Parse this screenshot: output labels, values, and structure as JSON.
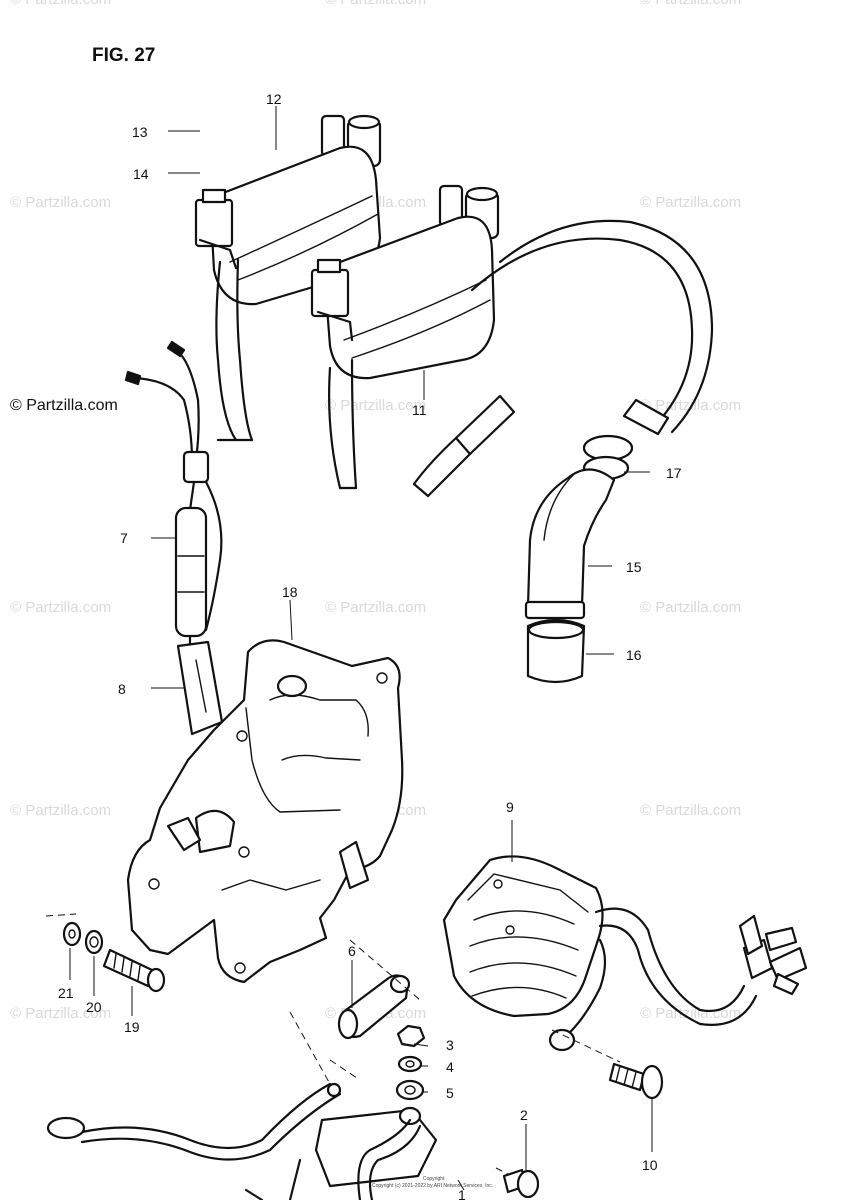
{
  "figure": {
    "title": "FIG. 27"
  },
  "watermark": {
    "text": "© Partzilla.com",
    "prominent_text": "© Partzilla.com"
  },
  "copyright": {
    "line1": "Copyright",
    "line2": "Copyright (c) 2021-2022 by ARI Network Services, Inc."
  },
  "callouts": [
    {
      "id": "1",
      "label": "1"
    },
    {
      "id": "2",
      "label": "2"
    },
    {
      "id": "3",
      "label": "3"
    },
    {
      "id": "4",
      "label": "4"
    },
    {
      "id": "5",
      "label": "5"
    },
    {
      "id": "6",
      "label": "6"
    },
    {
      "id": "7",
      "label": "7"
    },
    {
      "id": "8",
      "label": "8"
    },
    {
      "id": "9",
      "label": "9"
    },
    {
      "id": "10",
      "label": "10"
    },
    {
      "id": "11",
      "label": "11"
    },
    {
      "id": "12",
      "label": "12"
    },
    {
      "id": "13",
      "label": "13"
    },
    {
      "id": "14",
      "label": "14"
    },
    {
      "id": "15",
      "label": "15"
    },
    {
      "id": "16",
      "label": "16"
    },
    {
      "id": "17",
      "label": "17"
    },
    {
      "id": "18",
      "label": "18"
    },
    {
      "id": "19",
      "label": "19"
    },
    {
      "id": "20",
      "label": "20"
    },
    {
      "id": "21",
      "label": "21"
    }
  ]
}
